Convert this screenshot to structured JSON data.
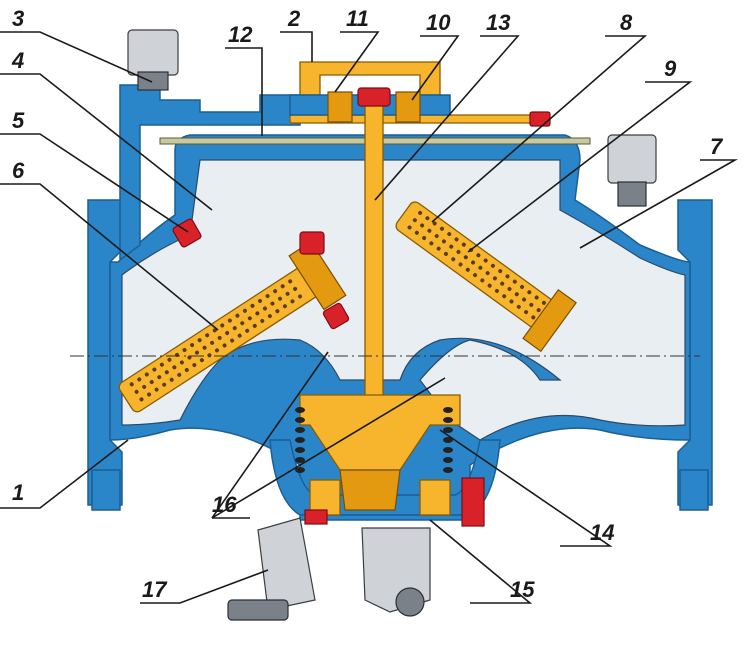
{
  "diagram": {
    "colors": {
      "body": "#2b86c9",
      "cavity": "#e9eef3",
      "brass": "#f6b52c",
      "fastener": "#d9212a",
      "pilot": "#cfd3d8"
    },
    "callouts": [
      {
        "id": "c1",
        "label": "1"
      },
      {
        "id": "c2",
        "label": "2"
      },
      {
        "id": "c3",
        "label": "3"
      },
      {
        "id": "c4",
        "label": "4"
      },
      {
        "id": "c5",
        "label": "5"
      },
      {
        "id": "c6",
        "label": "6"
      },
      {
        "id": "c7",
        "label": "7"
      },
      {
        "id": "c8",
        "label": "8"
      },
      {
        "id": "c9",
        "label": "9"
      },
      {
        "id": "c10",
        "label": "10"
      },
      {
        "id": "c11",
        "label": "11"
      },
      {
        "id": "c12",
        "label": "12"
      },
      {
        "id": "c13",
        "label": "13"
      },
      {
        "id": "c14",
        "label": "14"
      },
      {
        "id": "c15",
        "label": "15"
      },
      {
        "id": "c16",
        "label": "16"
      },
      {
        "id": "c17",
        "label": "17"
      }
    ]
  }
}
